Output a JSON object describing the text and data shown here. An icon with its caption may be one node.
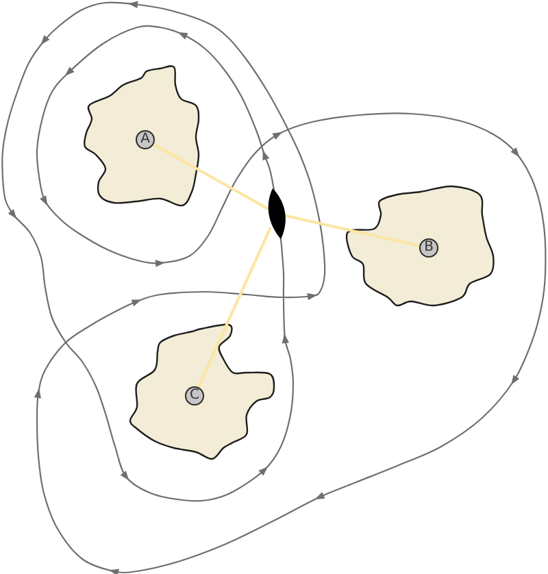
{
  "diagram": {
    "nodes": [
      {
        "text": [],
        "shape": "blob"
      },
      {
        "text": [
          "A"
        ],
        "in": 0
      },
      {
        "text": [],
        "shape": "lens"
      },
      {
        "text": [],
        "shape": "blob"
      },
      {
        "text": [
          "B"
        ],
        "in": 3
      },
      {
        "text": [],
        "shape": "blob"
      },
      {
        "text": [
          "C"
        ],
        "in": 5
      }
    ],
    "edges": [
      {
        "from": 1,
        "to": 2,
        "arrow": "none"
      },
      {
        "from": 4,
        "to": 2,
        "arrow": "none"
      },
      {
        "from": 6,
        "to": 2,
        "arrow": "none"
      }
    ]
  }
}
